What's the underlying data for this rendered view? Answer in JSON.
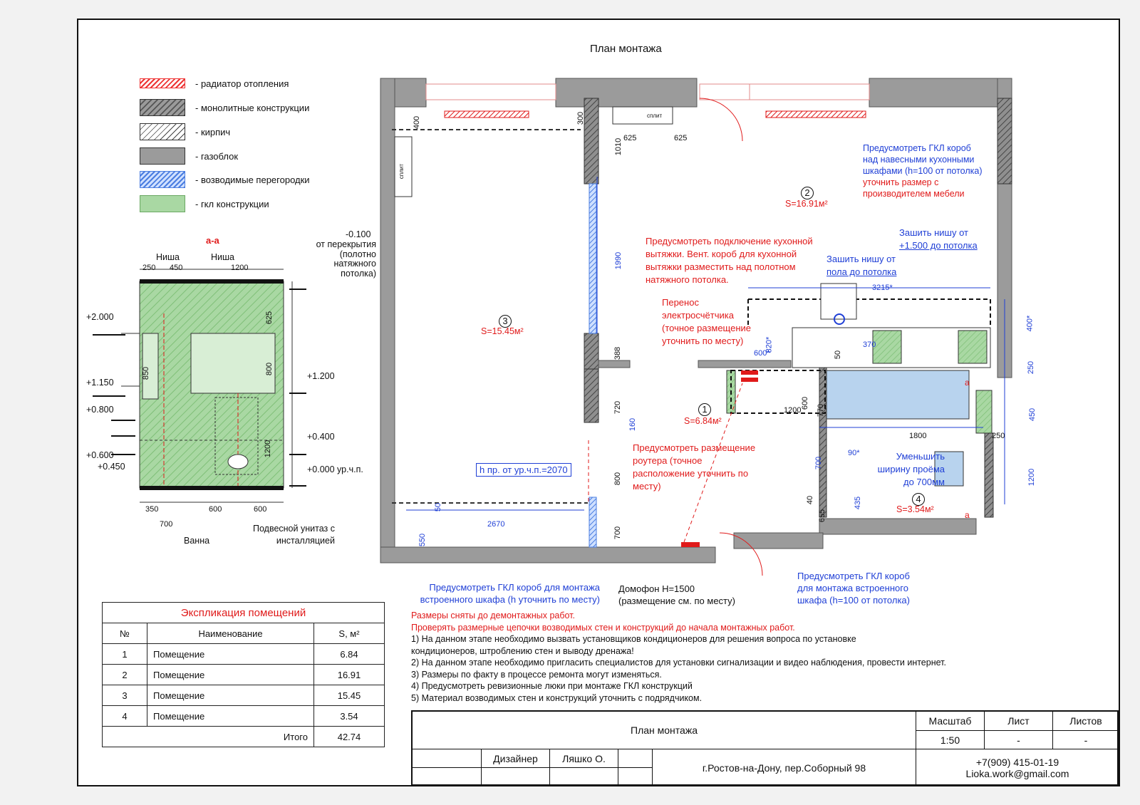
{
  "plan_title": "План монтажа",
  "legend": [
    {
      "key": "radiator",
      "label": "- радиатор отопления"
    },
    {
      "key": "mono",
      "label": "- монолитные конструкции"
    },
    {
      "key": "brick",
      "label": "- кирпич"
    },
    {
      "key": "gas",
      "label": "- газоблок"
    },
    {
      "key": "new",
      "label": "- возводимые перегородки"
    },
    {
      "key": "gkl",
      "label": "- гкл конструкции"
    }
  ],
  "section": {
    "label": "а-а",
    "top_level": "-0.100",
    "top_level_note": [
      "от перекрытия",
      "(полотно",
      "натяжного",
      "потолка)"
    ],
    "niche1": "Ниша",
    "niche2": "Ниша",
    "dims_top": [
      "250",
      "450",
      "1200"
    ],
    "dims_bottom": [
      "350",
      "600",
      "600",
      "700"
    ],
    "dims_side": [
      "625",
      "800",
      "1200",
      "850"
    ],
    "levels_left": [
      "+2.000",
      "+1.150",
      "+0.800",
      "+0.600",
      "+0.450"
    ],
    "levels_right": [
      "+1.200",
      "+0.400",
      "+0.000 ур.ч.п."
    ],
    "bath_label": "Ванна",
    "wc_label": [
      "Подвесной унитаз с",
      "инсталляцией"
    ]
  },
  "rooms": [
    {
      "num": "1",
      "area": "S=6.84м²"
    },
    {
      "num": "2",
      "area": "S=16.91м²"
    },
    {
      "num": "3",
      "area": "S=15.45м²"
    },
    {
      "num": "4",
      "area": "S=3.54м²"
    }
  ],
  "plan_dims": {
    "d400": "400",
    "d300": "300",
    "d625a": "625",
    "d625b": "625",
    "d1010": "1010",
    "d1990": "1990",
    "d388": "388",
    "d720": "720",
    "d160": "160",
    "d800": "800",
    "d700a": "700",
    "d2670": "2670",
    "d50": "50",
    "d550": "550",
    "d3215": "3215*",
    "d400s": "400*",
    "d820": "820*",
    "d600s": "600*",
    "d370": "370",
    "d50b": "50",
    "d250": "250",
    "d1200": "1200",
    "d600": "600",
    "d770": "770",
    "d450": "450",
    "d1800": "1800",
    "d250b": "250",
    "d90": "90*",
    "d700b": "700",
    "d40": "40",
    "d435": "435",
    "d655": "655",
    "d1200b": "1200",
    "split": "сплит",
    "split2": "сплит",
    "a1": "а",
    "a2": "а"
  },
  "notes_plan": {
    "gkl_box_top": [
      "Предусмотреть ГКЛ короб",
      "над навесными кухонными",
      "шкафами (h=100 от потолка)"
    ],
    "gkl_box_top_red": [
      "уточнить размер с",
      "производителем мебели"
    ],
    "niche_1500": [
      "Зашить нишу от",
      "+1.500 до потолка"
    ],
    "niche_floor": [
      "Зашить нишу от",
      "пола до потолка"
    ],
    "hood": [
      "Предусмотреть подключение кухонной",
      "вытяжки. Вент. короб для кухонной",
      "вытяжки разместить над полотном",
      "натяжного потолка."
    ],
    "meter": [
      "Перенос",
      "электросчётчика",
      "(точное размещение",
      "уточнить по месту)"
    ],
    "router": [
      "Предусмотреть размещение",
      "роутера (точное",
      "расположение уточнить по",
      "месту)"
    ],
    "h_level": "h пр. от ур.ч.п.=2070",
    "narrow": [
      "Уменьшить",
      "ширину проёма",
      "до 700мм"
    ],
    "wardrobe": [
      "Предусмотреть ГКЛ короб для монтажа",
      "встроенного шкафа (h уточнить по месту)"
    ],
    "intercom": [
      "Домофон Н=1500",
      "(размещение см. по месту)"
    ],
    "wardrobe2": [
      "Предусмотреть ГКЛ короб",
      "для монтажа встроенного",
      "шкафа (h=100 от потолка)"
    ]
  },
  "general_notes_red": [
    "Размеры сняты до демонтажных работ.",
    "Проверять размерные цепочки возводимых стен и конструкций до начала монтажных работ."
  ],
  "general_notes": [
    "1) На данном этапе необходимо вызвать установщиков кондиционеров для решения вопроса по установке",
    "кондиционеров, штроблению стен и выводу дренажа!",
    "2) На данном этапе необходимо пригласить специалистов для установки сигнализации и видео наблюдения, провести интернет.",
    "3) Размеры по факту в процессе ремонта могут изменяться.",
    "4) Предусмотреть ревизионные люки при монтаже ГКЛ конструкций",
    "5) Материал возводимых стен и конструкций уточнить с подрядчиком."
  ],
  "explication": {
    "title": "Экспликация помещений",
    "headers": [
      "№",
      "Наименование",
      "S, м²"
    ],
    "rows": [
      [
        "1",
        "Помещение",
        "6.84"
      ],
      [
        "2",
        "Помещение",
        "16.91"
      ],
      [
        "3",
        "Помещение",
        "15.45"
      ],
      [
        "4",
        "Помещение",
        "3.54"
      ]
    ],
    "total_label": "Итого",
    "total": "42.74"
  },
  "stamp": {
    "title": "План монтажа",
    "scale_label": "Масштаб",
    "scale": "1:50",
    "sheet_label": "Лист",
    "sheet": "-",
    "sheets_label": "Листов",
    "sheets": "-",
    "role": "Дизайнер",
    "name": "Ляшко О.",
    "address": "г.Ростов-на-Дону, пер.Соборный 98",
    "phone": "+7(909) 415-01-19",
    "email": "Lioka.work@gmail.com"
  },
  "colors": {
    "annot_blue": "#1f3fd6",
    "annot_red": "#e01a1a",
    "wall_gray": "#9b9b9b",
    "gkl_green": "#a9d8a3",
    "new_wall_blue": "#9bb8f5",
    "bath_blue": "#b8d3ee"
  }
}
